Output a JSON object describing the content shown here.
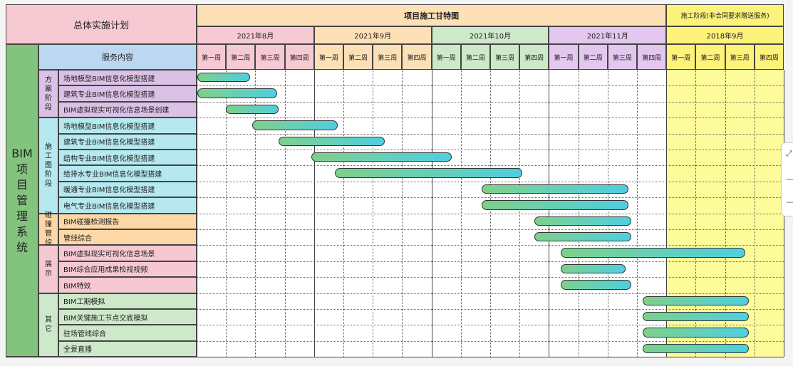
{
  "header": {
    "overall_plan": "总体实施计划",
    "gantt_title": "项目施工甘特图",
    "extra_title": "施工阶段(非合同要求赠送服务)",
    "service_content": "服务内容"
  },
  "months": [
    "2021年8月",
    "2021年9月",
    "2021年10月",
    "2021年11月",
    "2018年9月"
  ],
  "week_labels": [
    "第一周",
    "第二周",
    "第三周",
    "第四周"
  ],
  "system_label": "BIM\n项\n目\n管\n理\n系\n统",
  "phases": [
    {
      "label": "方案阶段",
      "color": "#dcc1e6",
      "rows": [
        0,
        2
      ]
    },
    {
      "label": "施工图阶段",
      "color": "#b5e9ef",
      "rows": [
        3,
        8
      ]
    },
    {
      "label": "碰撞管综",
      "color": "#fdd7a6",
      "rows": [
        9,
        10
      ]
    },
    {
      "label": "展示",
      "color": "#f6c8d2",
      "rows": [
        11,
        13
      ]
    },
    {
      "label": "其它",
      "color": "#cde9c9",
      "rows": [
        14,
        17
      ]
    }
  ],
  "tasks": [
    {
      "name": "场地模型BIM信息化模型搭建",
      "start": 0.03,
      "end": 1.82
    },
    {
      "name": "建筑专业BIM信息化模型搭建",
      "start": 0.03,
      "end": 2.75
    },
    {
      "name": "BIM虚拟现实可视化信息场景创建",
      "start": 1.0,
      "end": 2.8
    },
    {
      "name": "场地模型BIM信息化模型搭建",
      "start": 1.9,
      "end": 4.8
    },
    {
      "name": "建筑专业BIM信息化模型搭建",
      "start": 2.8,
      "end": 6.4
    },
    {
      "name": "结构专业BIM信息化模型搭建",
      "start": 3.9,
      "end": 8.7
    },
    {
      "name": "给排水专业BIM信息化模型搭建",
      "start": 4.7,
      "end": 11.1
    },
    {
      "name": "暖通专业BIM信息化模型搭建",
      "start": 9.7,
      "end": 14.7
    },
    {
      "name": "电气专业BIM信息化模型搭建",
      "start": 9.7,
      "end": 14.7
    },
    {
      "name": "BIM碰撞检测报告",
      "start": 11.5,
      "end": 14.8
    },
    {
      "name": "管线综合",
      "start": 11.5,
      "end": 14.8
    },
    {
      "name": "BIM虚拟现实可视化信息场景",
      "start": 12.4,
      "end": 18.7
    },
    {
      "name": "BIM综合应用成果检视视频",
      "start": 12.4,
      "end": 14.6
    },
    {
      "name": "BIM特效",
      "start": 12.4,
      "end": 14.8
    },
    {
      "name": "BIM工期模拟",
      "start": 15.2,
      "end": 18.8
    },
    {
      "name": "BIM关键施工节点交底模拟",
      "start": 15.2,
      "end": 18.8
    },
    {
      "name": "驻场管线综合",
      "start": 15.2,
      "end": 18.8
    },
    {
      "name": "全景直播",
      "start": 15.2,
      "end": 18.8
    }
  ],
  "colors": {
    "title_pink": "#f7c9d3",
    "gantt_title_bg": "#fde0b6",
    "extra_title_bg": "#fdf27a",
    "month_colors": [
      "#f7c9d3",
      "#fde0b6",
      "#cde9c9",
      "#e3c7ee",
      "#fdf27a"
    ],
    "system_green": "#82c47e",
    "service_blue": "#bcd8f1",
    "extra_column_bg": "#fdfb9a",
    "bar_start": "#7ed08a",
    "bar_end": "#4ecfe0"
  },
  "side_widget": {
    "icons": [
      "expand-icon",
      "minus-icon",
      "minus-icon"
    ]
  }
}
